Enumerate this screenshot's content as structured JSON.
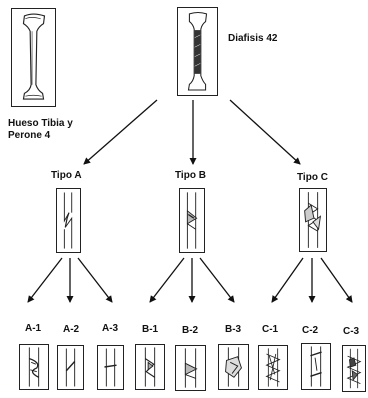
{
  "legend": {
    "line1": "Hueso Tibia y",
    "line2": "Perone  4"
  },
  "root": {
    "label": "Diafisis  42"
  },
  "types": [
    {
      "label": "Tipo  A"
    },
    {
      "label": "Tipo  B"
    },
    {
      "label": "Tipo  C"
    }
  ],
  "subtypes": [
    "A-1",
    "A-2",
    "A-3",
    "B-1",
    "B-2",
    "B-3",
    "C-1",
    "C-2",
    "C-3"
  ]
}
